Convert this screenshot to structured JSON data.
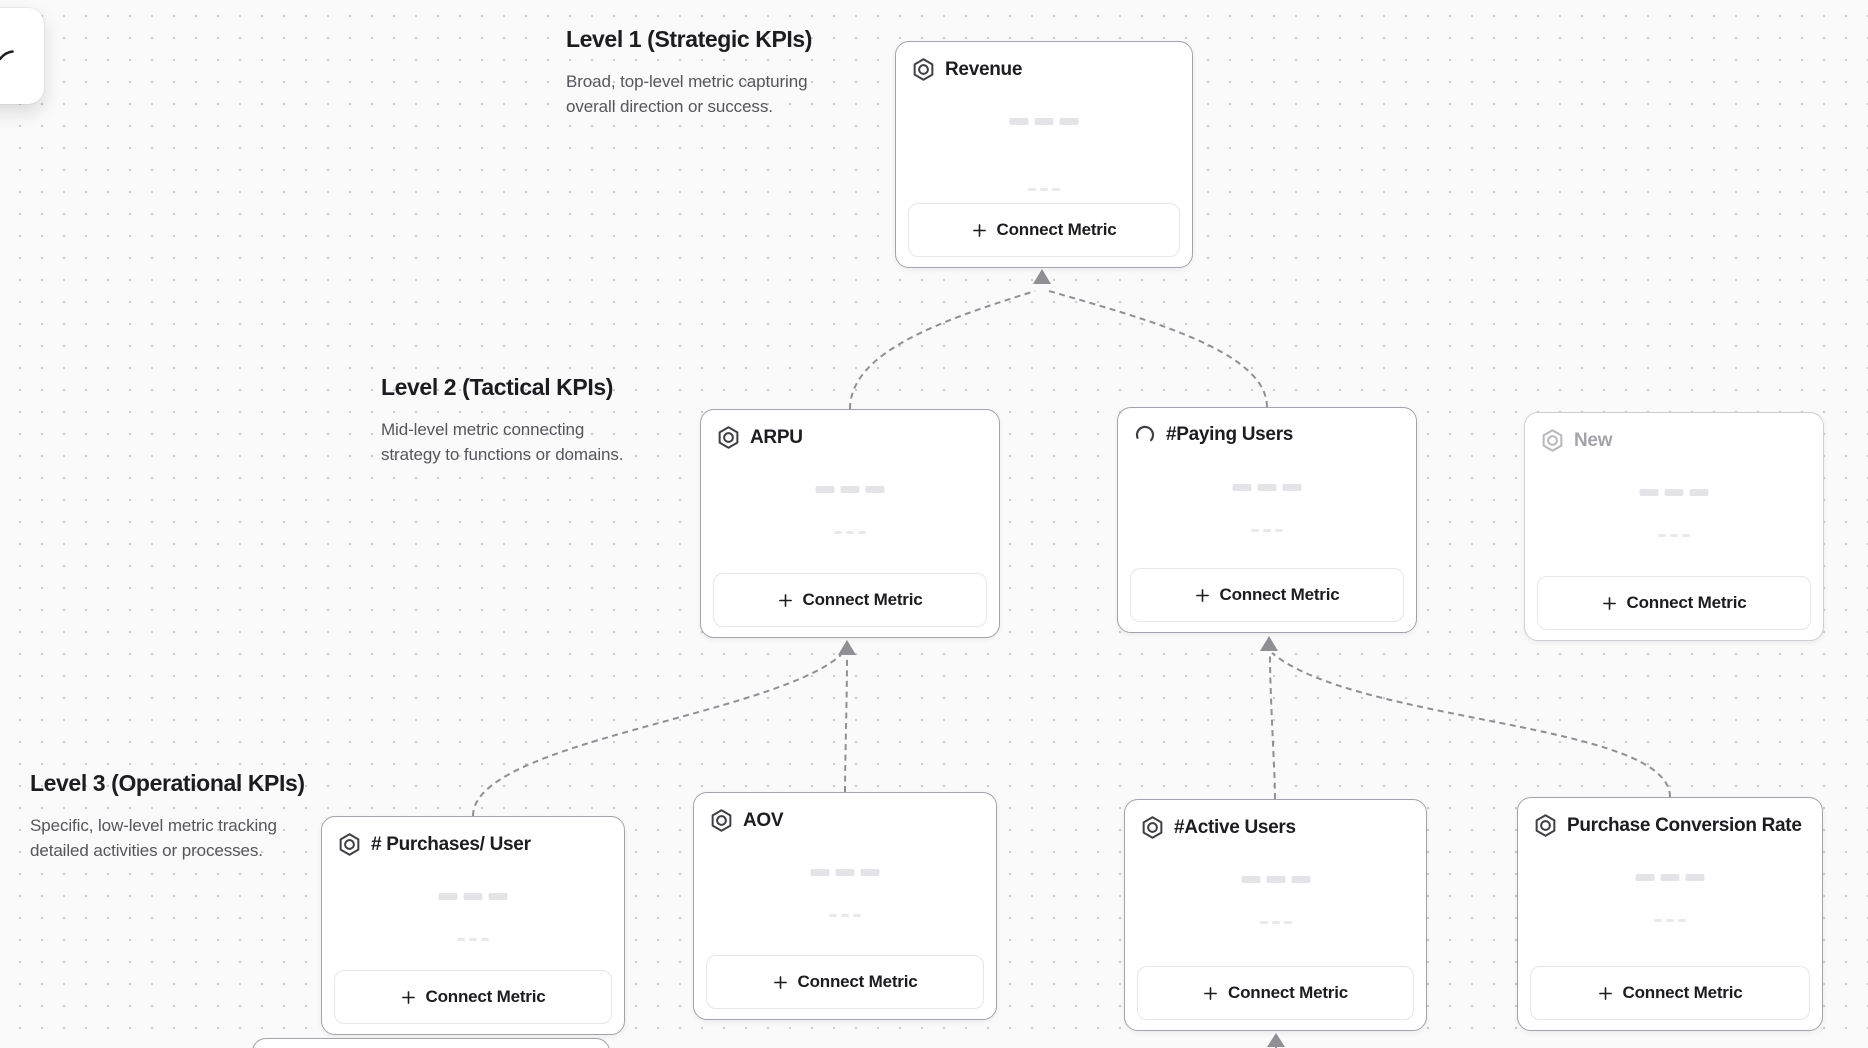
{
  "app": {
    "background_color": "#fafafa",
    "dot_grid_color": "#cdcdd1",
    "card_border_color": "#a3a3ab",
    "connector_color": "#8f8f96",
    "title_text_color": "#1c1c21",
    "muted_text_color": "#55555c",
    "placeholder_title_color": "#a3a3ab"
  },
  "levels": [
    {
      "title": "Level 1 (Strategic KPIs)",
      "description": "Broad, top-level metric capturing overall direction or success."
    },
    {
      "title": "Level 2 (Tactical KPIs)",
      "description": "Mid-level metric connecting strategy to functions or domains."
    },
    {
      "title": "Level 3 (Operational KPIs)",
      "description": "Specific, low-level metric tracking detailed activities or processes."
    }
  ],
  "cards": [
    {
      "id": "revenue",
      "title": "Revenue",
      "icon": "metric-hexagon-icon",
      "level": 1,
      "state": "default"
    },
    {
      "id": "arpu",
      "title": "ARPU",
      "icon": "metric-hexagon-icon",
      "level": 2,
      "state": "default"
    },
    {
      "id": "paying-users",
      "title": "#Paying Users",
      "icon": "spinner-icon",
      "level": 2,
      "state": "loading"
    },
    {
      "id": "new",
      "title": "New",
      "icon": "metric-hexagon-icon",
      "level": 2,
      "state": "placeholder"
    },
    {
      "id": "purchases-per-user",
      "title": "# Purchases/ User",
      "icon": "metric-hexagon-icon",
      "level": 3,
      "state": "default"
    },
    {
      "id": "aov",
      "title": "AOV",
      "icon": "metric-hexagon-icon",
      "level": 3,
      "state": "default"
    },
    {
      "id": "active-users",
      "title": "#Active Users",
      "icon": "metric-hexagon-icon",
      "level": 3,
      "state": "default"
    },
    {
      "id": "purchase-conversion-rate",
      "title": "Purchase Conversion Rate",
      "icon": "metric-hexagon-icon",
      "level": 3,
      "state": "default"
    }
  ],
  "card_button": {
    "label": "Connect Metric",
    "icon": "plus-icon"
  },
  "connections": [
    {
      "from": "ARPU",
      "to": "Revenue"
    },
    {
      "from": "#Paying Users",
      "to": "Revenue"
    },
    {
      "from": "# Purchases/ User",
      "to": "ARPU"
    },
    {
      "from": "AOV",
      "to": "ARPU"
    },
    {
      "from": "#Active Users",
      "to": "#Paying Users"
    },
    {
      "from": "Purchase Conversion Rate",
      "to": "#Paying Users"
    },
    {
      "from": "offscreen-card",
      "to": "#Active Users"
    }
  ]
}
